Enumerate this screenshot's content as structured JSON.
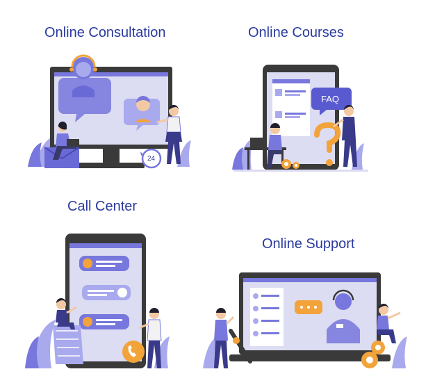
{
  "panels": {
    "consultation": {
      "title": "Online Consultation",
      "badge": "24"
    },
    "courses": {
      "title": "Online Courses",
      "badge": "FAQ"
    },
    "call_center": {
      "title": "Call Center"
    },
    "support": {
      "title": "Online Support"
    }
  },
  "colors": {
    "title": "#2a3a9e",
    "frame": "#3a3a3a",
    "screen": "#dcdcf2",
    "accent": "#7777dd",
    "accent_light": "#a9a9ee",
    "orange": "#f2a33a",
    "skin": "#f3c9a4",
    "dark_hair": "#1f1f2e"
  }
}
